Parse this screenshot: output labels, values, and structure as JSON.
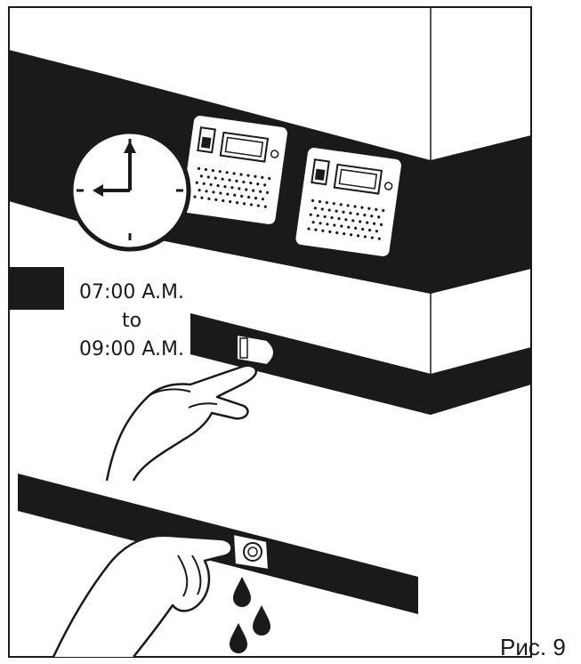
{
  "schedule": {
    "start_time": "07:00 A.M.",
    "connector": "to",
    "end_time": "09:00 A.M."
  },
  "figure": {
    "caption": "Рис. 9"
  },
  "icons": {
    "clock": "clock-icon",
    "power_switch": "power-switch-icon",
    "display": "digital-display-icon",
    "indicator": "indicator-light-icon",
    "water_drops": "water-drop-icon",
    "hand": "hand-icon"
  },
  "colors": {
    "ink": "#1a1a1a",
    "paper": "#ffffff"
  }
}
